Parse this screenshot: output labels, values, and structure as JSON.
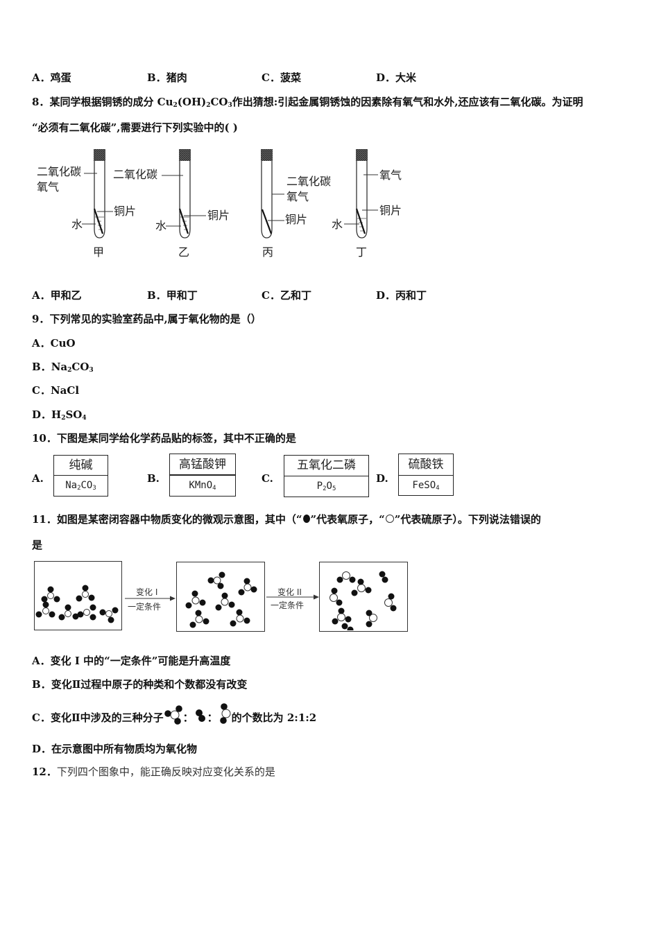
{
  "q7_options": [
    {
      "letter": "A．",
      "text": "鸡蛋"
    },
    {
      "letter": "B．",
      "text": "猪肉"
    },
    {
      "letter": "C．",
      "text": "菠菜"
    },
    {
      "letter": "D．",
      "text": "大米"
    }
  ],
  "q8": {
    "number": "8．",
    "text_line1_a": "某同学根据铜锈的成分 Cu",
    "sub1": "2",
    "text_line1_b": "(OH)",
    "sub2": "2",
    "text_line1_c": "CO",
    "sub3": "3",
    "text_line1_d": "作出猜想:引起金属铜锈蚀的因素除有氧气和水外,还应该有二氧化碳。为证明",
    "text_line2": "“必须有二氧化碳”,需要进行下列实验中的(  )",
    "tubes": [
      {
        "name": "甲",
        "labels": [
          "二氧化碳",
          "氧气",
          "铜片",
          "水"
        ]
      },
      {
        "name": "乙",
        "labels": [
          "二氧化碳",
          "铜片",
          "水"
        ]
      },
      {
        "name": "丙",
        "labels": [
          "二氧化碳",
          "氧气",
          "铜片"
        ]
      },
      {
        "name": "丁",
        "labels": [
          "氧气",
          "铜片",
          "水"
        ]
      }
    ],
    "options": [
      {
        "letter": "A．",
        "text": "甲和乙"
      },
      {
        "letter": "B．",
        "text": "甲和丁"
      },
      {
        "letter": "C．",
        "text": "乙和丁"
      },
      {
        "letter": "D．",
        "text": "丙和丁"
      }
    ]
  },
  "q9": {
    "number": "9．",
    "text": "下列常见的实验室药品中,属于氧化物的是（）",
    "options": [
      {
        "letter": "A．",
        "formula": [
          "CuO"
        ]
      },
      {
        "letter": "B．",
        "formula": [
          "Na",
          "2",
          "CO",
          "3"
        ]
      },
      {
        "letter": "C．",
        "formula": [
          "NaCl"
        ]
      },
      {
        "letter": "D．",
        "formula": [
          "H",
          "2",
          "SO",
          "4"
        ]
      }
    ]
  },
  "q10": {
    "number": "10．",
    "text": "下图是某同学给化学药品贴的标签，其中不正确的是",
    "labels": [
      {
        "letter": "A.",
        "name": "纯碱",
        "formula": [
          "Na",
          "2",
          "CO",
          "3"
        ]
      },
      {
        "letter": "B.",
        "name": "高锰酸钾",
        "formula": [
          "KMnO",
          "4",
          "",
          ""
        ]
      },
      {
        "letter": "C.",
        "name": "五氧化二磷",
        "formula": [
          "P",
          "2",
          "O",
          "5"
        ]
      },
      {
        "letter": "D.",
        "name": "硫酸铁",
        "formula": [
          "FeSO",
          "4",
          "",
          ""
        ]
      }
    ]
  },
  "q11": {
    "number": "11．",
    "text_a": "如图是某密闭容器中物质变化的微观示意图，其中（“",
    "text_b": "”代表氧原子，“",
    "text_c": "”代表硫原子）。下列说法错误的",
    "text_line2": "是",
    "arrow1": {
      "top": "变化 I",
      "bottom": "一定条件"
    },
    "arrow2": {
      "top": "变化 II",
      "bottom": "一定条件"
    },
    "options": [
      {
        "letter": "A．",
        "text": "变化 I 中的“一定条件”可能是升高温度"
      },
      {
        "letter": "B．",
        "text": "变化Ⅱ过程中原子的种类和个数都没有改变"
      },
      {
        "letter": "C．",
        "text_a": "变化Ⅱ中涉及的三种分子",
        "sep": "：",
        "text_b": "的个数比为 2:1:2"
      },
      {
        "letter": "D．",
        "text": "在示意图中所有物质均为氧化物"
      }
    ]
  },
  "q12": {
    "number": "12．",
    "text": "下列四个图象中，能正确反映对应变化关系的是"
  },
  "legend": {
    "oxygen_atom": "filled-black-circle",
    "sulfur_atom": "hollow-circle"
  }
}
